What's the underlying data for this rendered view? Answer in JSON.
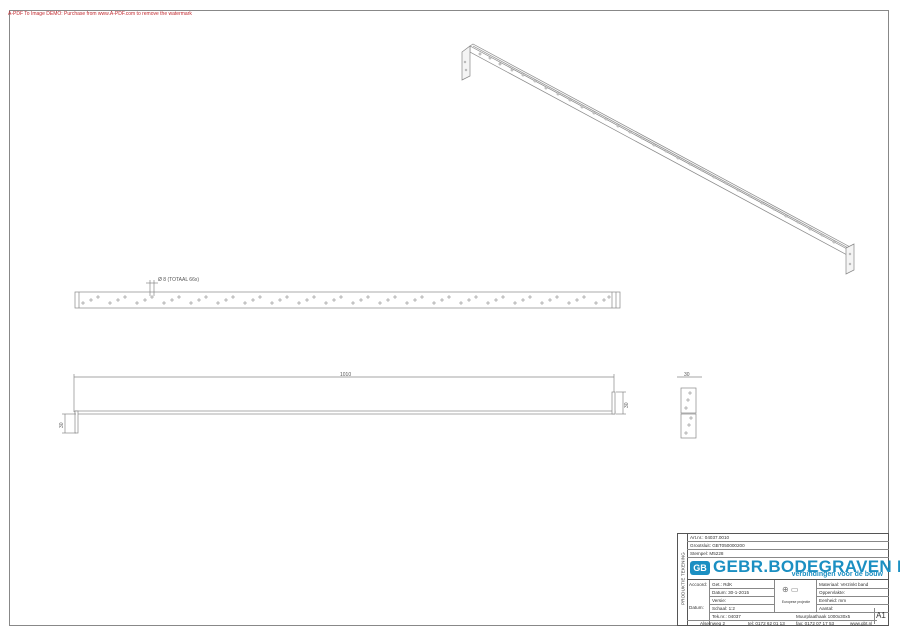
{
  "watermark": "A-PDF To Image DEMO: Purchase from www.A-PDF.com to remove the watermark",
  "drawing": {
    "hole_label": "Ø 8 (TOTAAL 66x)",
    "length_dim": "1010",
    "height_dim_left": "30",
    "height_dim_right": "30",
    "side_width_dim": "30",
    "units": "mm"
  },
  "title_block": {
    "side_label": "PRODUKTIE TEKENING",
    "art_nr": "Art.nr.: 04037.0010",
    "groskleif": "Grootsluit: GBT050000200",
    "stempel": "Stempel: M5228",
    "company_name": "GEBR.BODEGRAVEN BV",
    "company_icon": "GB",
    "tagline": "verbindingen voor de bouw",
    "accoord_label": "Accoord:",
    "datum_label": "Datum:",
    "get": "Get.: RdK",
    "datum": "Datum: 30-1-2015",
    "versie": "Versie:",
    "schaal": "Schaal: 1:2",
    "tek_nr": "Tek.nr.: 04037",
    "projection_label": "Europese projectie",
    "materiaal": "Materiaal: Verzinkt band",
    "oppervlakte": "Oppervlakte:",
    "eenheid": "Eenheid: mm",
    "aantal": "Aantal:",
    "description": "Muurplaathaak 1000x30x5",
    "address": "Alsemweg 2",
    "tel": "tel: 0172 62 01 13",
    "fax": "fax: 0172 07 17 53",
    "web": "www.gbt.nl",
    "sheet_size": "A1"
  },
  "colors": {
    "brand": "#1b8fc2",
    "line": "#888888",
    "watermark": "#c0282e"
  }
}
